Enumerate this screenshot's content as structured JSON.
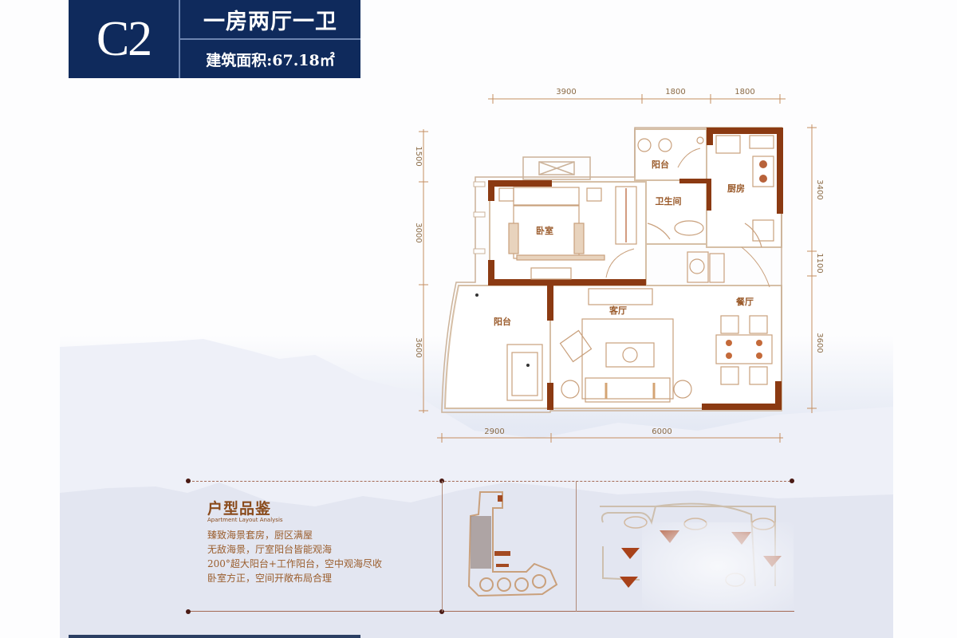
{
  "header": {
    "unit_code": "C2",
    "unit_type": "一房两厅一卫",
    "area_label": "建筑面积:67.18㎡"
  },
  "floor_plan": {
    "dimensions_top": [
      "3900",
      "1800",
      "1800"
    ],
    "dimensions_bottom": [
      "2900",
      "6000"
    ],
    "dimensions_left": [
      "1500",
      "3000",
      "3600"
    ],
    "dimensions_right": [
      "3400",
      "1100",
      "3600"
    ],
    "rooms": {
      "bedroom": "卧室",
      "service_balcony": "阳台",
      "bathroom": "卫生间",
      "kitchen": "厨房",
      "balcony": "阳台",
      "living_room": "客厅",
      "dining_room": "餐厅"
    }
  },
  "analysis": {
    "title": "户型品鉴",
    "subtitle": "Apartment Layout Analysis",
    "lines": [
      "臻致海景套房，厨区满屋",
      "无敌海景，厅室阳台皆能观海",
      "200°超大阳台+工作阳台，空中观海尽收",
      "卧室方正，空间开敞布局合理"
    ]
  },
  "colors": {
    "title_bg": "#0f2a5c",
    "wall": "#8b3a12",
    "outline": "#c8a98a",
    "text_brown": "#9a5d2c"
  }
}
